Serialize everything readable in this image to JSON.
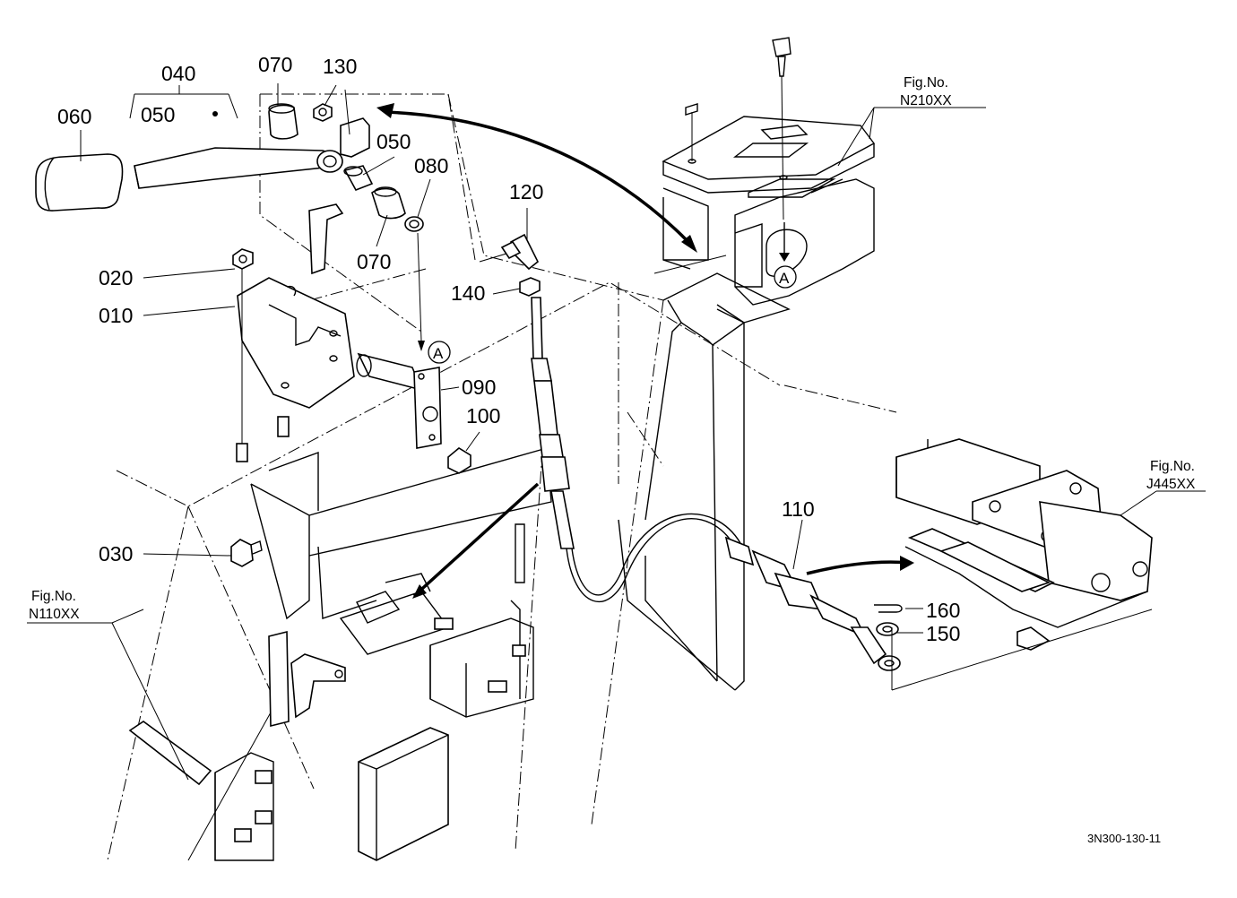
{
  "diagram": {
    "part_labels": {
      "p010": "010",
      "p020": "020",
      "p030": "030",
      "p040": "040",
      "p050a": "050",
      "p050b": "050",
      "p060": "060",
      "p070a": "070",
      "p070b": "070",
      "p080": "080",
      "p090": "090",
      "p100": "100",
      "p110": "110",
      "p120": "120",
      "p130": "130",
      "p140": "140",
      "p150": "150",
      "p160": "160"
    },
    "figure_refs": {
      "n210_title": "Fig.No.",
      "n210_code": "N210XX",
      "j445_title": "Fig.No.",
      "j445_code": "J445XX",
      "n110_title": "Fig.No.",
      "n110_code": "N110XX"
    },
    "callouts": {
      "a_upper": "A",
      "a_lower": "A"
    },
    "drawing_number": "3N300-130-11"
  }
}
